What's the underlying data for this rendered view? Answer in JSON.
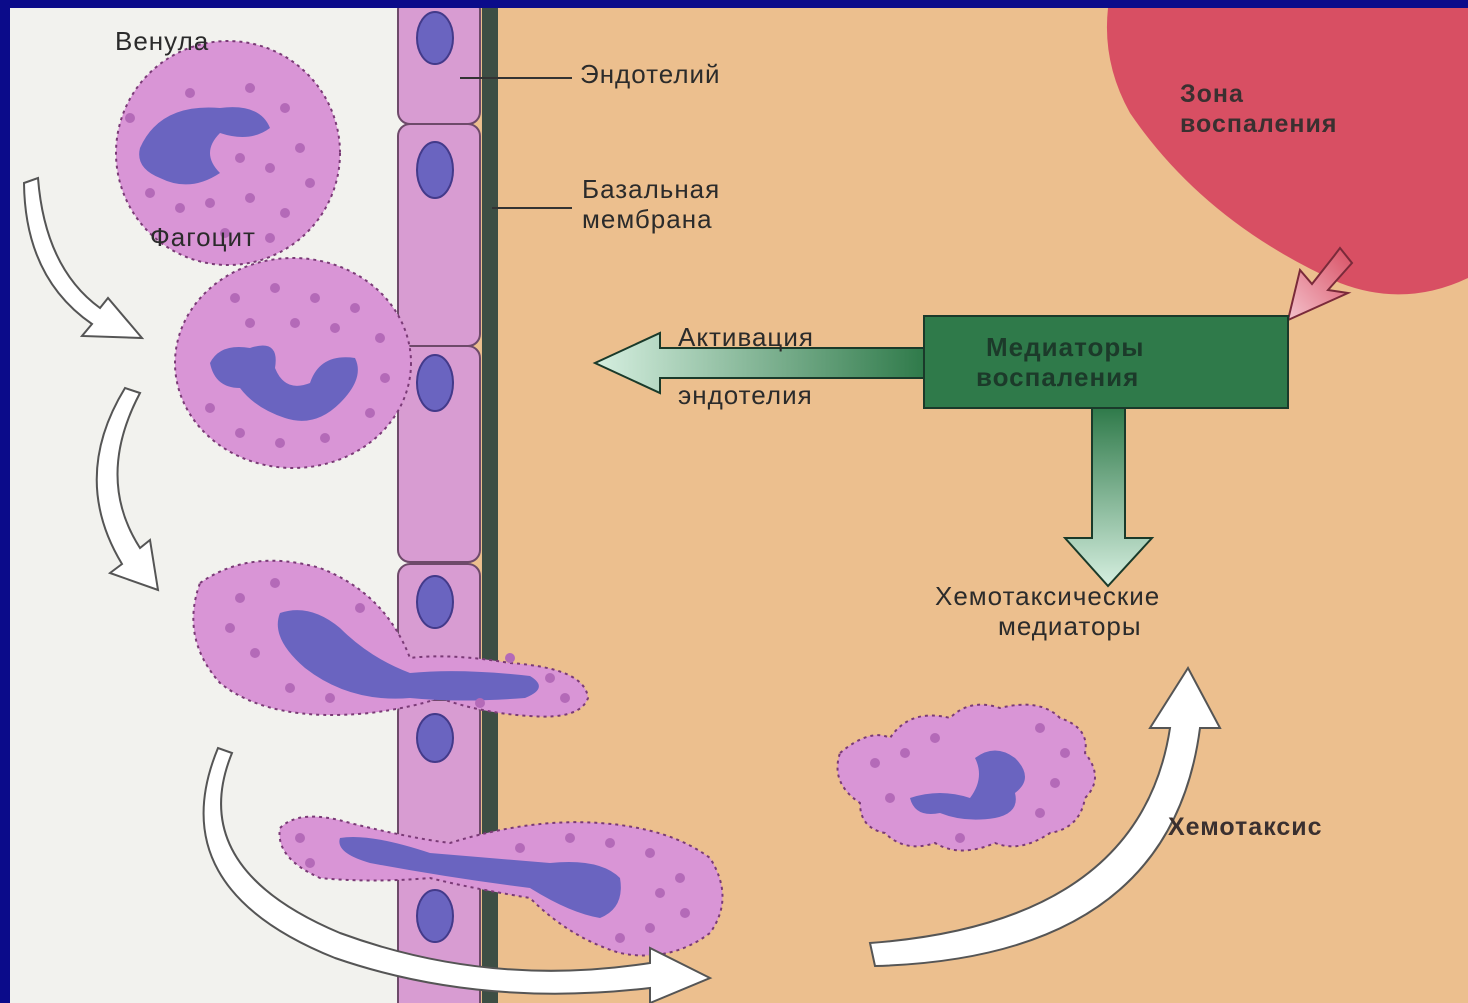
{
  "labels": {
    "venula": "Венула",
    "endothelium": "Эндотелий",
    "basal_line1": "Базальная",
    "basal_line2": "мембрана",
    "phagocyte": "Фагоцит",
    "inflammation_line1": "Зона",
    "inflammation_line2": "воспаления",
    "activation_line1": "Активация",
    "activation_line2": "эндотелия",
    "mediators_line1": "Медиаторы",
    "mediators_line2": "воспаления",
    "chemo_mediators_line1": "Хемотаксические",
    "chemo_mediators_line2": "медиаторы",
    "chemotaxis": "Хемотаксис"
  },
  "colors": {
    "frame": "#0b0b8a",
    "venule_background": "#f2f2ee",
    "tissue_background": "#ecbf8e",
    "endothelium": "#d89cd2",
    "basal_membrane": "#3d4e44",
    "cell_body": "#d995d6",
    "nucleus": "#6a64c0",
    "inflammation_zone": "#d84f63",
    "mediator_box": "#2f7a4a"
  }
}
